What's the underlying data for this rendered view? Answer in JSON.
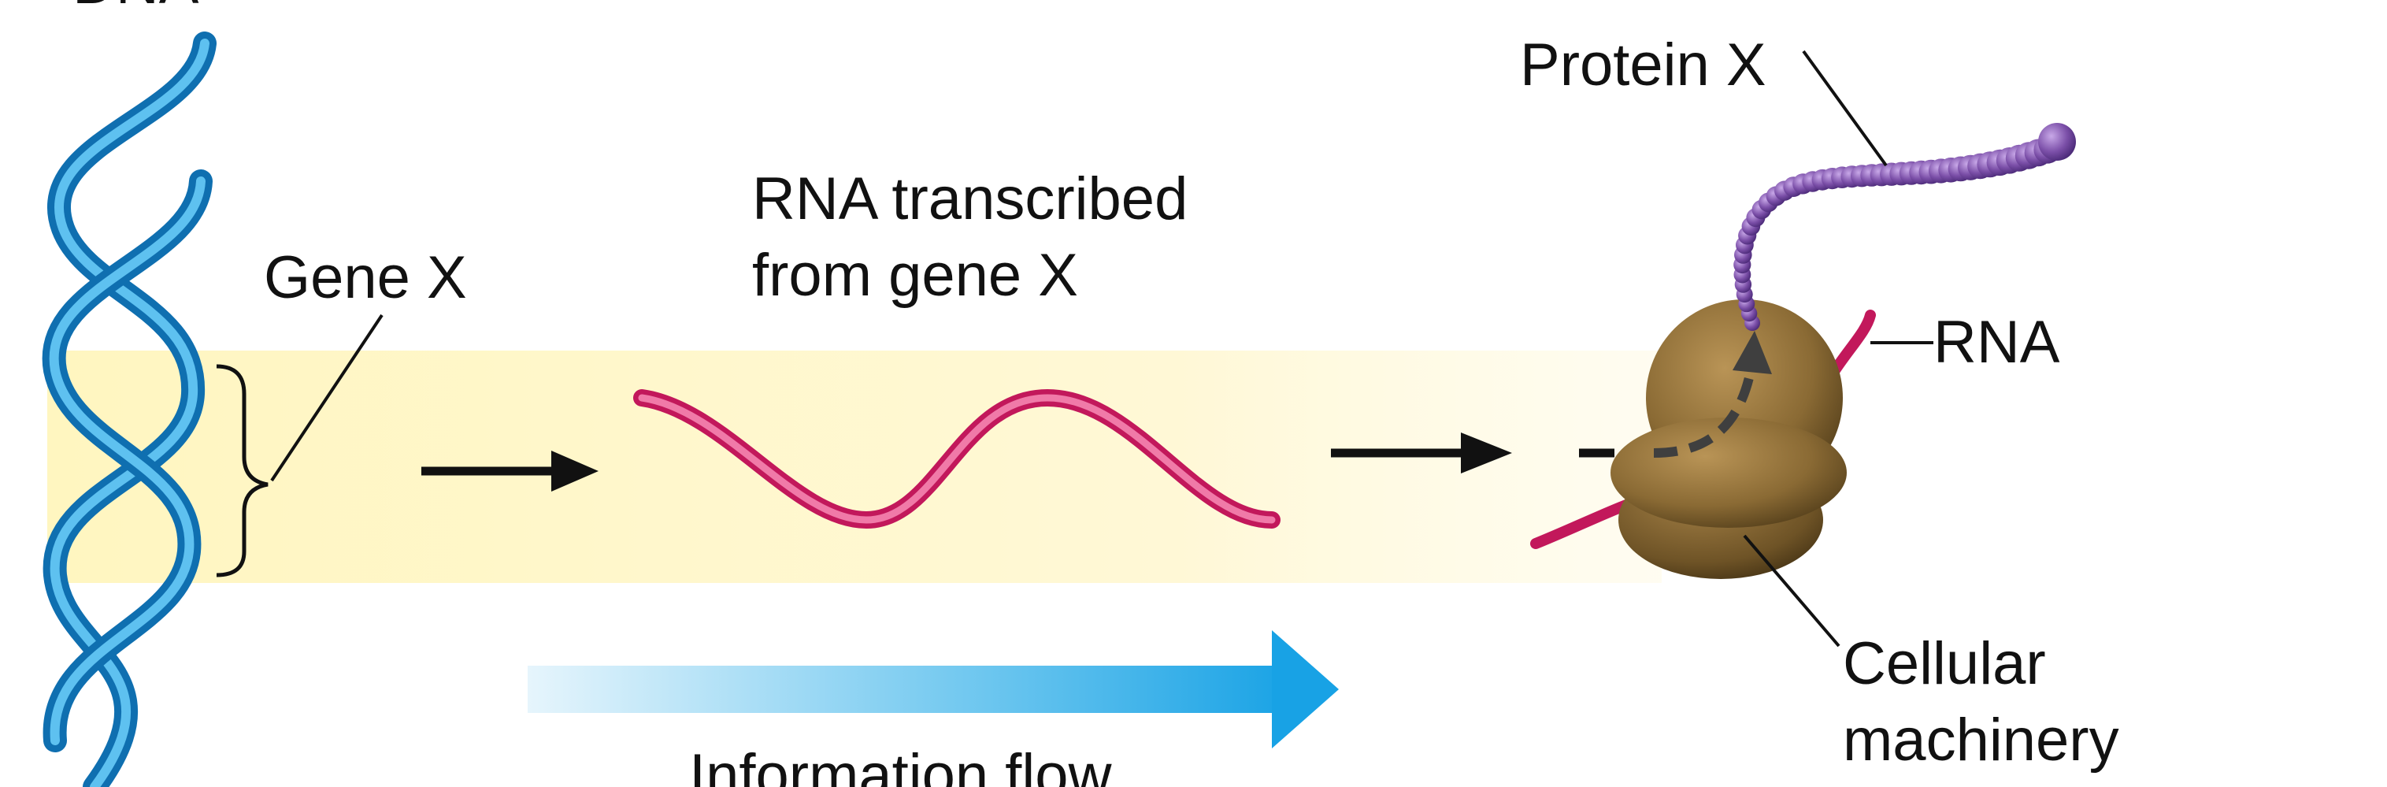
{
  "labels": {
    "dna": "DNA",
    "gene": "Gene X",
    "rna_line1": "RNA transcribed",
    "rna_line2": "from gene X",
    "protein": "Protein X",
    "rna": "RNA",
    "machinery_line1": "Cellular",
    "machinery_line2": "machinery",
    "flow": "Information flow"
  },
  "colors": {
    "dna": "#1a8fd0",
    "rna": "#d6337a",
    "protein": "#7b4fa8",
    "machinery": "#8a6a34",
    "band": "#fdf6c8",
    "flow": "#1aa3e6",
    "arrow": "#111111"
  }
}
